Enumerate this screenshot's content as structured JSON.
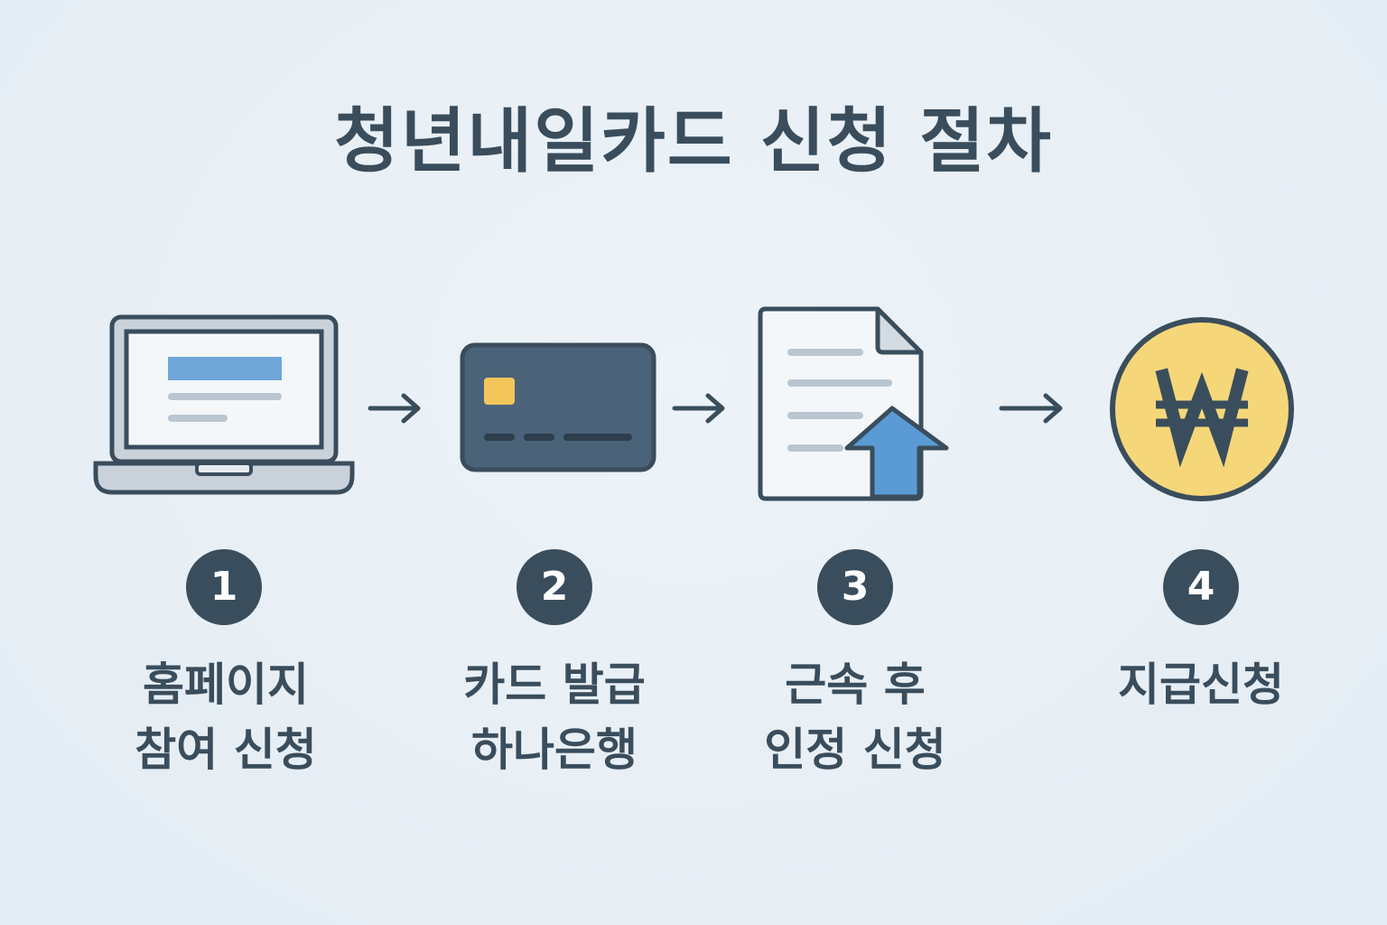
{
  "title": "청년내일카드 신청 절차",
  "steps": [
    {
      "number": "1",
      "icon": "laptop-icon",
      "lines": [
        "홈페이지",
        "참여 신청"
      ]
    },
    {
      "number": "2",
      "icon": "credit-card-icon",
      "lines": [
        "카드 발급",
        "하나은행"
      ]
    },
    {
      "number": "3",
      "icon": "document-upload-icon",
      "lines": [
        "근속 후",
        "인정 신청"
      ]
    },
    {
      "number": "4",
      "icon": "won-coin-icon",
      "lines": [
        "지급신청"
      ]
    }
  ],
  "colors": {
    "background": "#e6eef4",
    "primary_dark": "#3a4d5c",
    "accent_blue": "#5b9bd5",
    "coin_yellow": "#f5d77a",
    "chip_yellow": "#f2c65a"
  }
}
